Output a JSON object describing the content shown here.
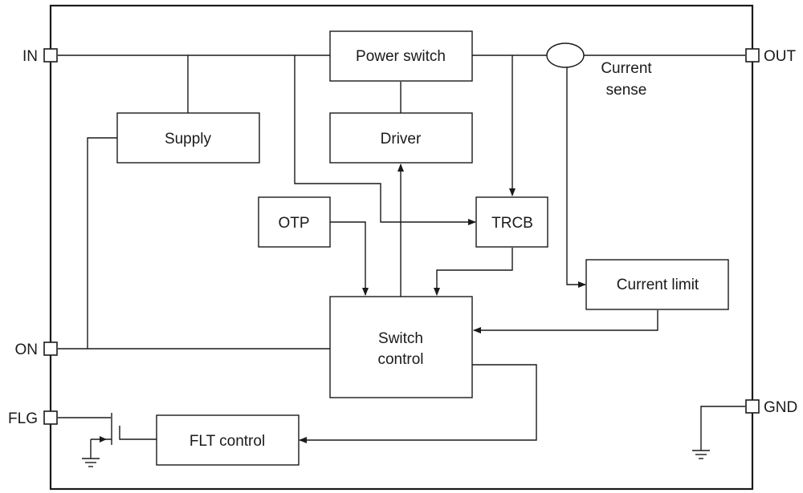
{
  "pins": {
    "in": "IN",
    "out": "OUT",
    "on": "ON",
    "flg": "FLG",
    "gnd": "GND"
  },
  "blocks": {
    "power_switch": "Power switch",
    "supply": "Supply",
    "driver": "Driver",
    "otp": "OTP",
    "trcb": "TRCB",
    "current_limit": "Current limit",
    "switch_control": [
      "Switch",
      "control"
    ],
    "flt_control": "FLT control"
  },
  "labels": {
    "current_sense": [
      "Current",
      "sense"
    ]
  }
}
